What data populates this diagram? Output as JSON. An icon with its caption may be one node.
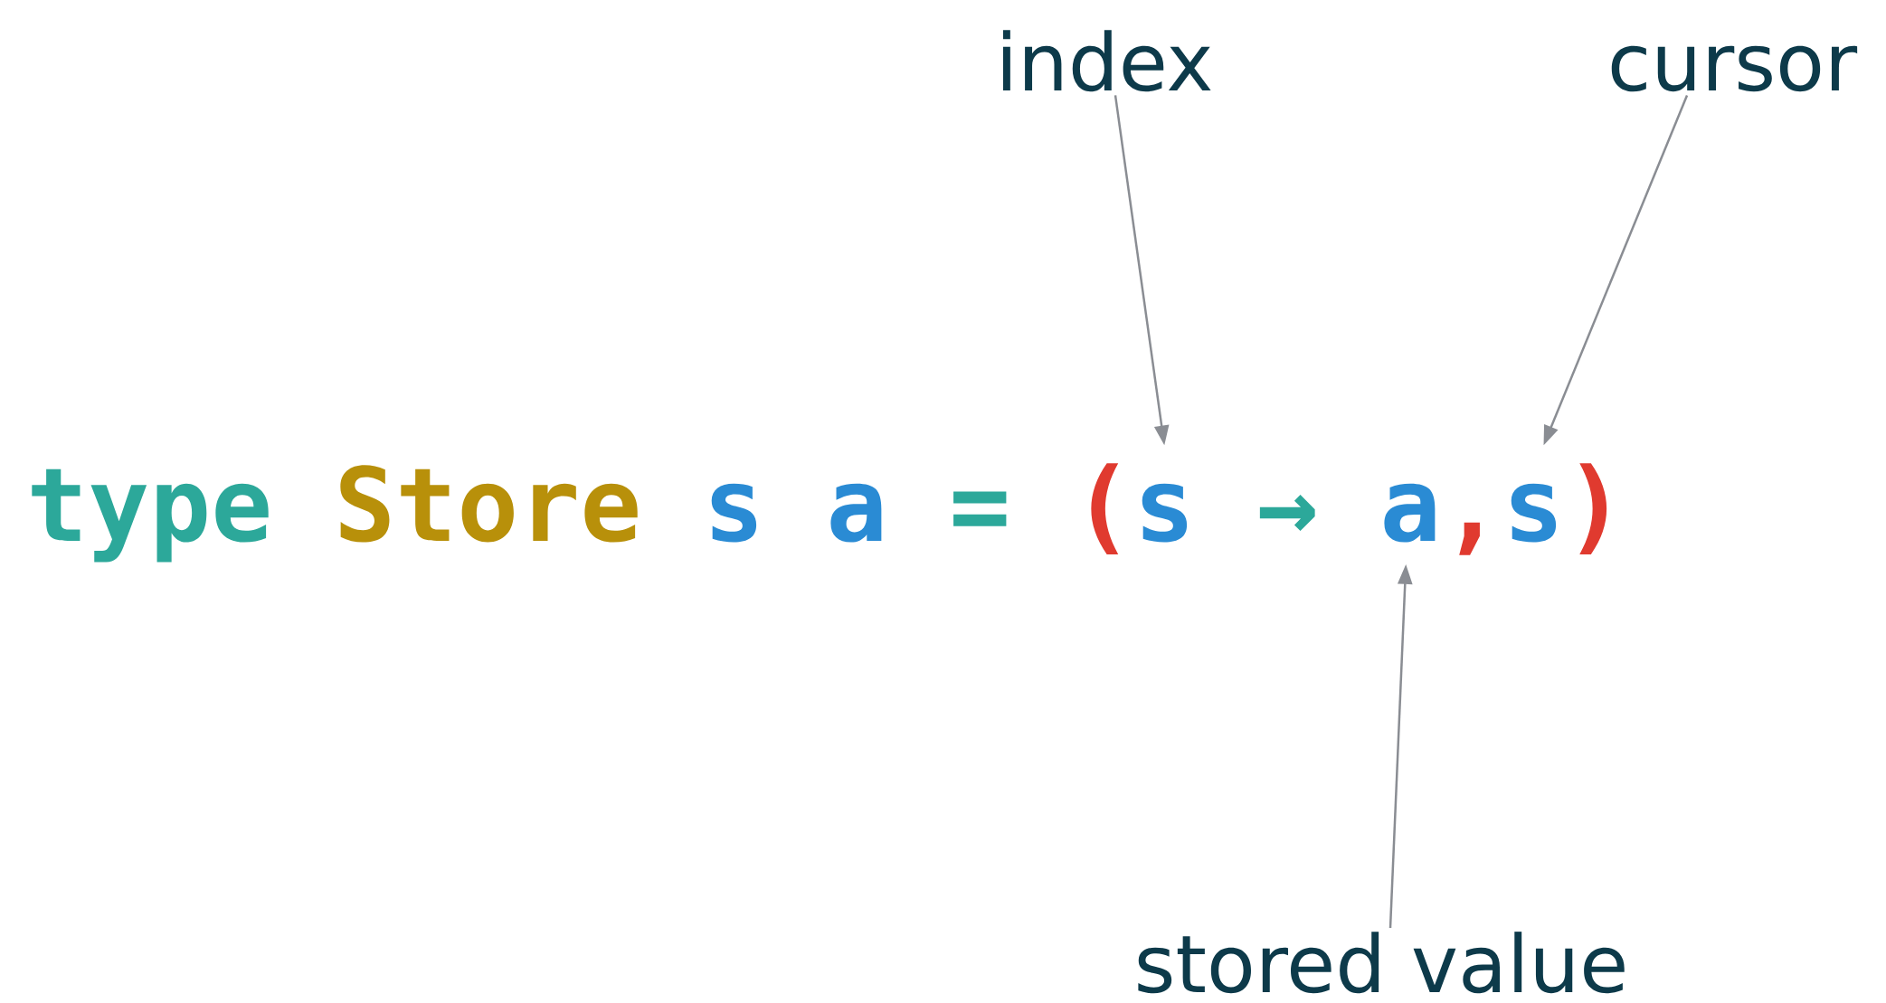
{
  "diagram": {
    "nodes": [
      {
        "text": [
          "index"
        ]
      },
      {
        "text": [
          "cursor"
        ]
      },
      {
        "text": [
          "s"
        ]
      },
      {
        "text": [
          "a"
        ]
      },
      {
        "text": [
          "s"
        ]
      },
      {
        "text": [
          "stored value"
        ]
      }
    ],
    "edges": [
      {
        "from": 0,
        "to": 2,
        "arrow": "to"
      },
      {
        "from": 1,
        "to": 4,
        "arrow": "to"
      },
      {
        "from": 5,
        "to": 3,
        "arrow": "to"
      }
    ],
    "labels": [
      "type",
      "Store",
      "s",
      "a",
      "=",
      "(",
      "→",
      ",",
      ")"
    ]
  }
}
